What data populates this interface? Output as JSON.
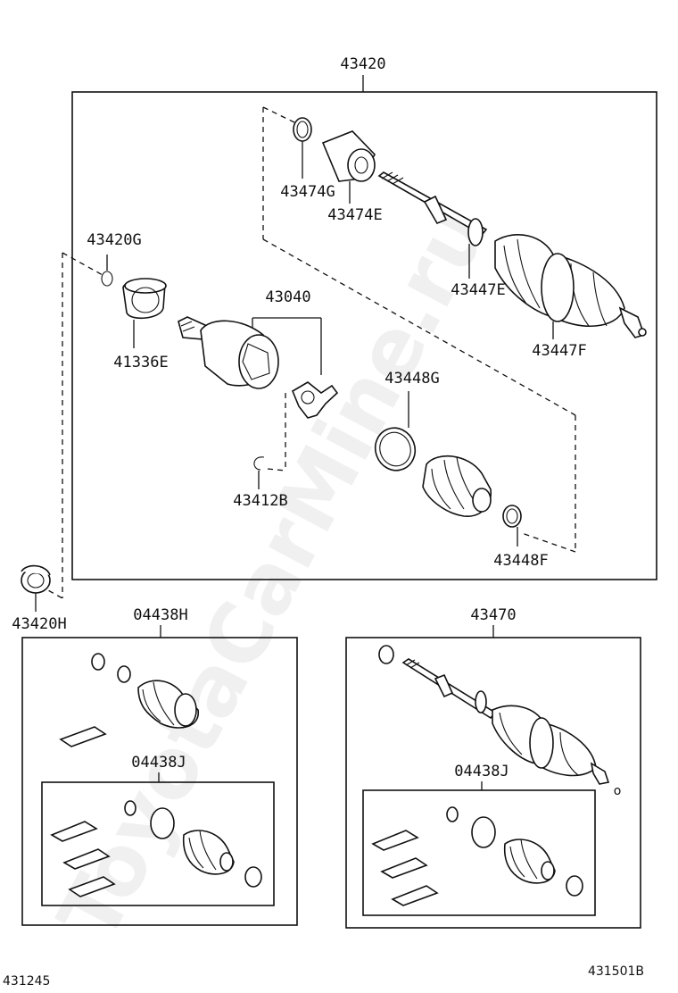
{
  "watermark": "ToyotaCarMine.ru",
  "footer": {
    "left_code": "431245",
    "right_code": "431501B"
  },
  "groups": {
    "main_assembly": {
      "label": "43420"
    },
    "boot_kit_left": {
      "label": "04438H"
    },
    "boot_kit_left_inner": {
      "label": "04438J"
    },
    "shaft_assembly_right": {
      "label": "43470"
    },
    "boot_kit_right_inner": {
      "label": "04438J"
    }
  },
  "parts": {
    "p43474G": "43474G",
    "p43474E": "43474E",
    "p43420G": "43420G",
    "p41336E": "41336E",
    "p43040": "43040",
    "p43447E": "43447E",
    "p43447F": "43447F",
    "p43448G": "43448G",
    "p43412B": "43412B",
    "p43448F": "43448F",
    "p43420H": "43420H"
  }
}
